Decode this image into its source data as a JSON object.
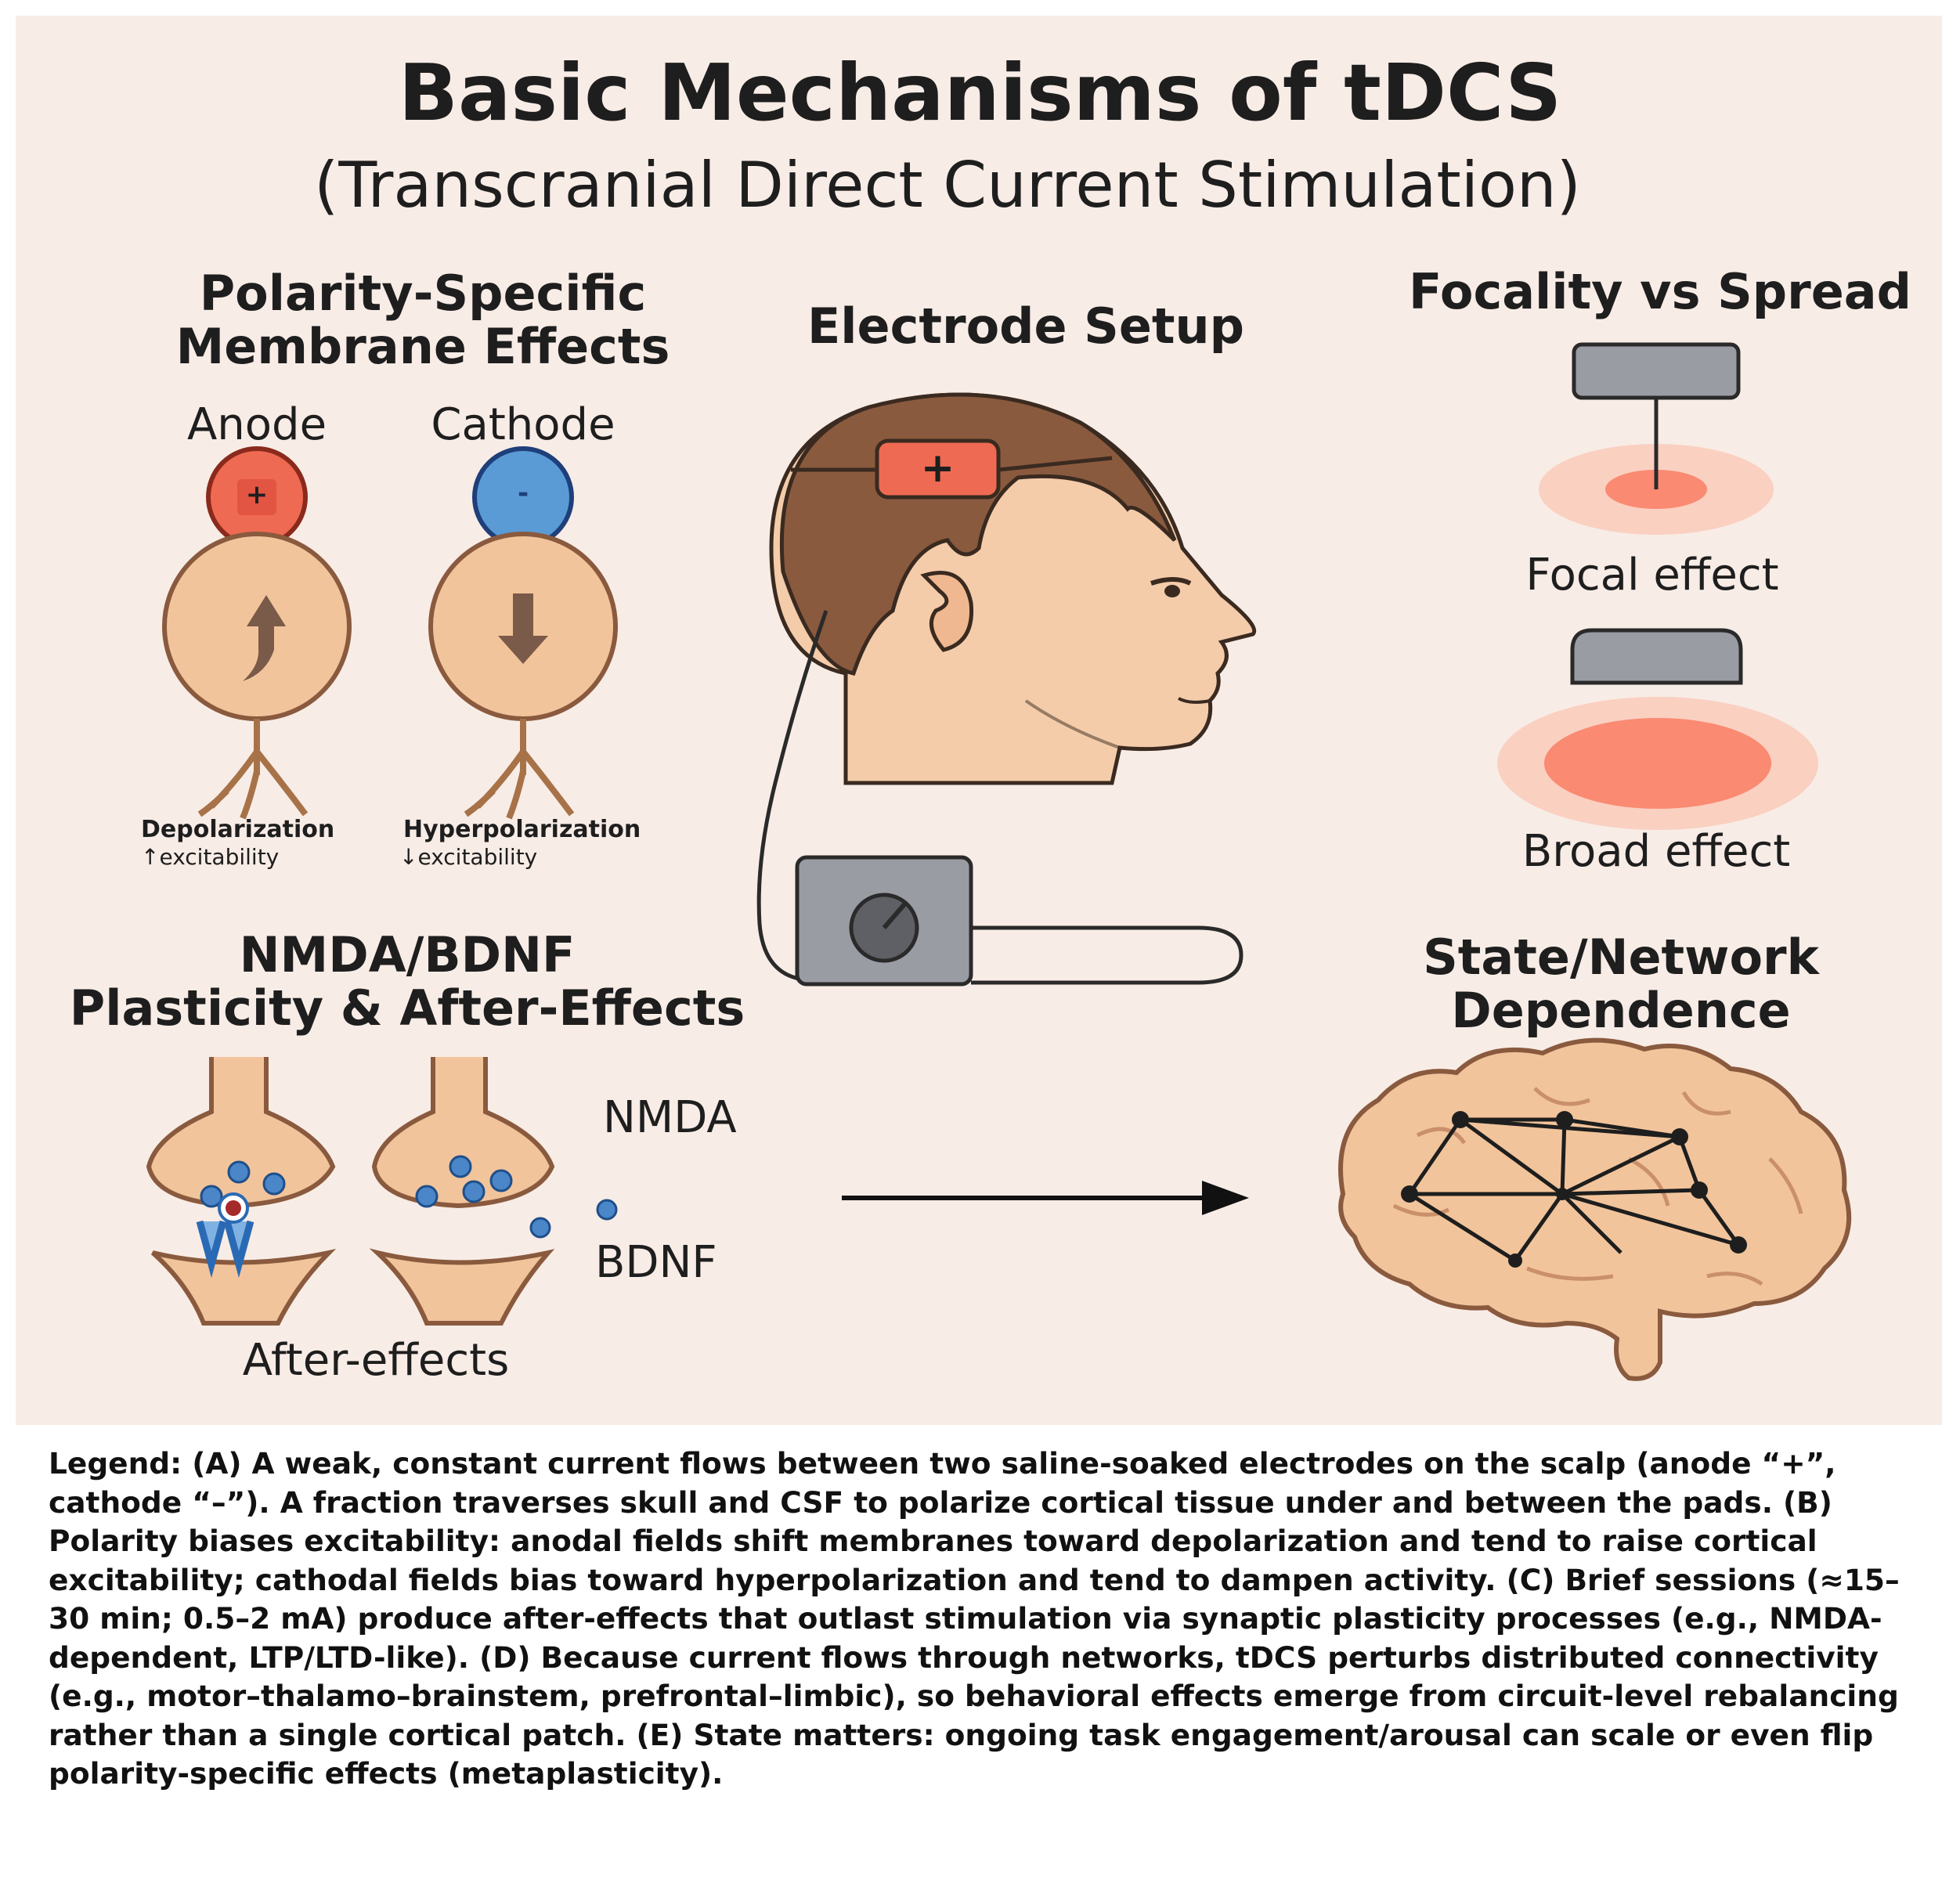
{
  "title": "Basic Mechanisms of tDCS",
  "subtitle": "(Transcranial Direct Current Stimulation)",
  "panels": {
    "polarity": {
      "heading_line1": "Polarity-Specific",
      "heading_line2": "Membrane Effects",
      "anode_label": "Anode",
      "cathode_label": "Cathode",
      "anode_sign": "+",
      "cathode_sign": "-",
      "anode_effect": "Depolarization",
      "anode_sub": "↑excitability",
      "cathode_effect": "Hyperpolarization",
      "cathode_sub": "↓excitability"
    },
    "electrode": {
      "heading": "Electrode Setup",
      "pad_sign": "+"
    },
    "focality": {
      "heading": "Focality vs Spread",
      "focal_label": "Focal effect",
      "broad_label": "Broad effect"
    },
    "plasticity": {
      "heading_line1": "NMDA/BDNF",
      "heading_line2": "Plasticity & After-Effects",
      "nmda_label": "NMDA",
      "bdnf_label": "BDNF",
      "after_label": "After-effects"
    },
    "network": {
      "heading_line1": "State/Network",
      "heading_line2": "Dependence"
    }
  },
  "legend": "Legend: (A) A weak, constant current flows between two saline-soaked electrodes on the scalp (anode “+”, cathode “–”). A fraction traverses skull and CSF to polarize cortical tissue under and between the pads. (B) Polarity biases excitability: anodal fields shift membranes toward depolarization and tend to raise cortical excitability; cathodal fields bias toward hyperpolarization and tend to dampen activity. (C) Brief sessions (≈15–30 min; 0.5–2 mA) produce after-effects that outlast stimulation via synaptic plasticity processes (e.g., NMDA-dependent, LTP/LTD-like). (D) Because current flows through networks, tDCS perturbs distributed connectivity (e.g., motor–thalamo–brainstem, prefrontal–limbic), so behavioral effects emerge from circuit-level rebalancing rather than a single cortical patch. (E) State matters: ongoing task engagement/arousal can scale or even flip polarity-specific effects (metaplasticity).",
  "colors": {
    "background": "#f8ece6",
    "anode": "#ef6a52",
    "cathode": "#5a9bd5",
    "neuron": "#f2c49b",
    "device": "#9a9ca3",
    "hair": "#8a5a3e",
    "skin": "#f4ccaa",
    "field": "#fa8a72"
  }
}
